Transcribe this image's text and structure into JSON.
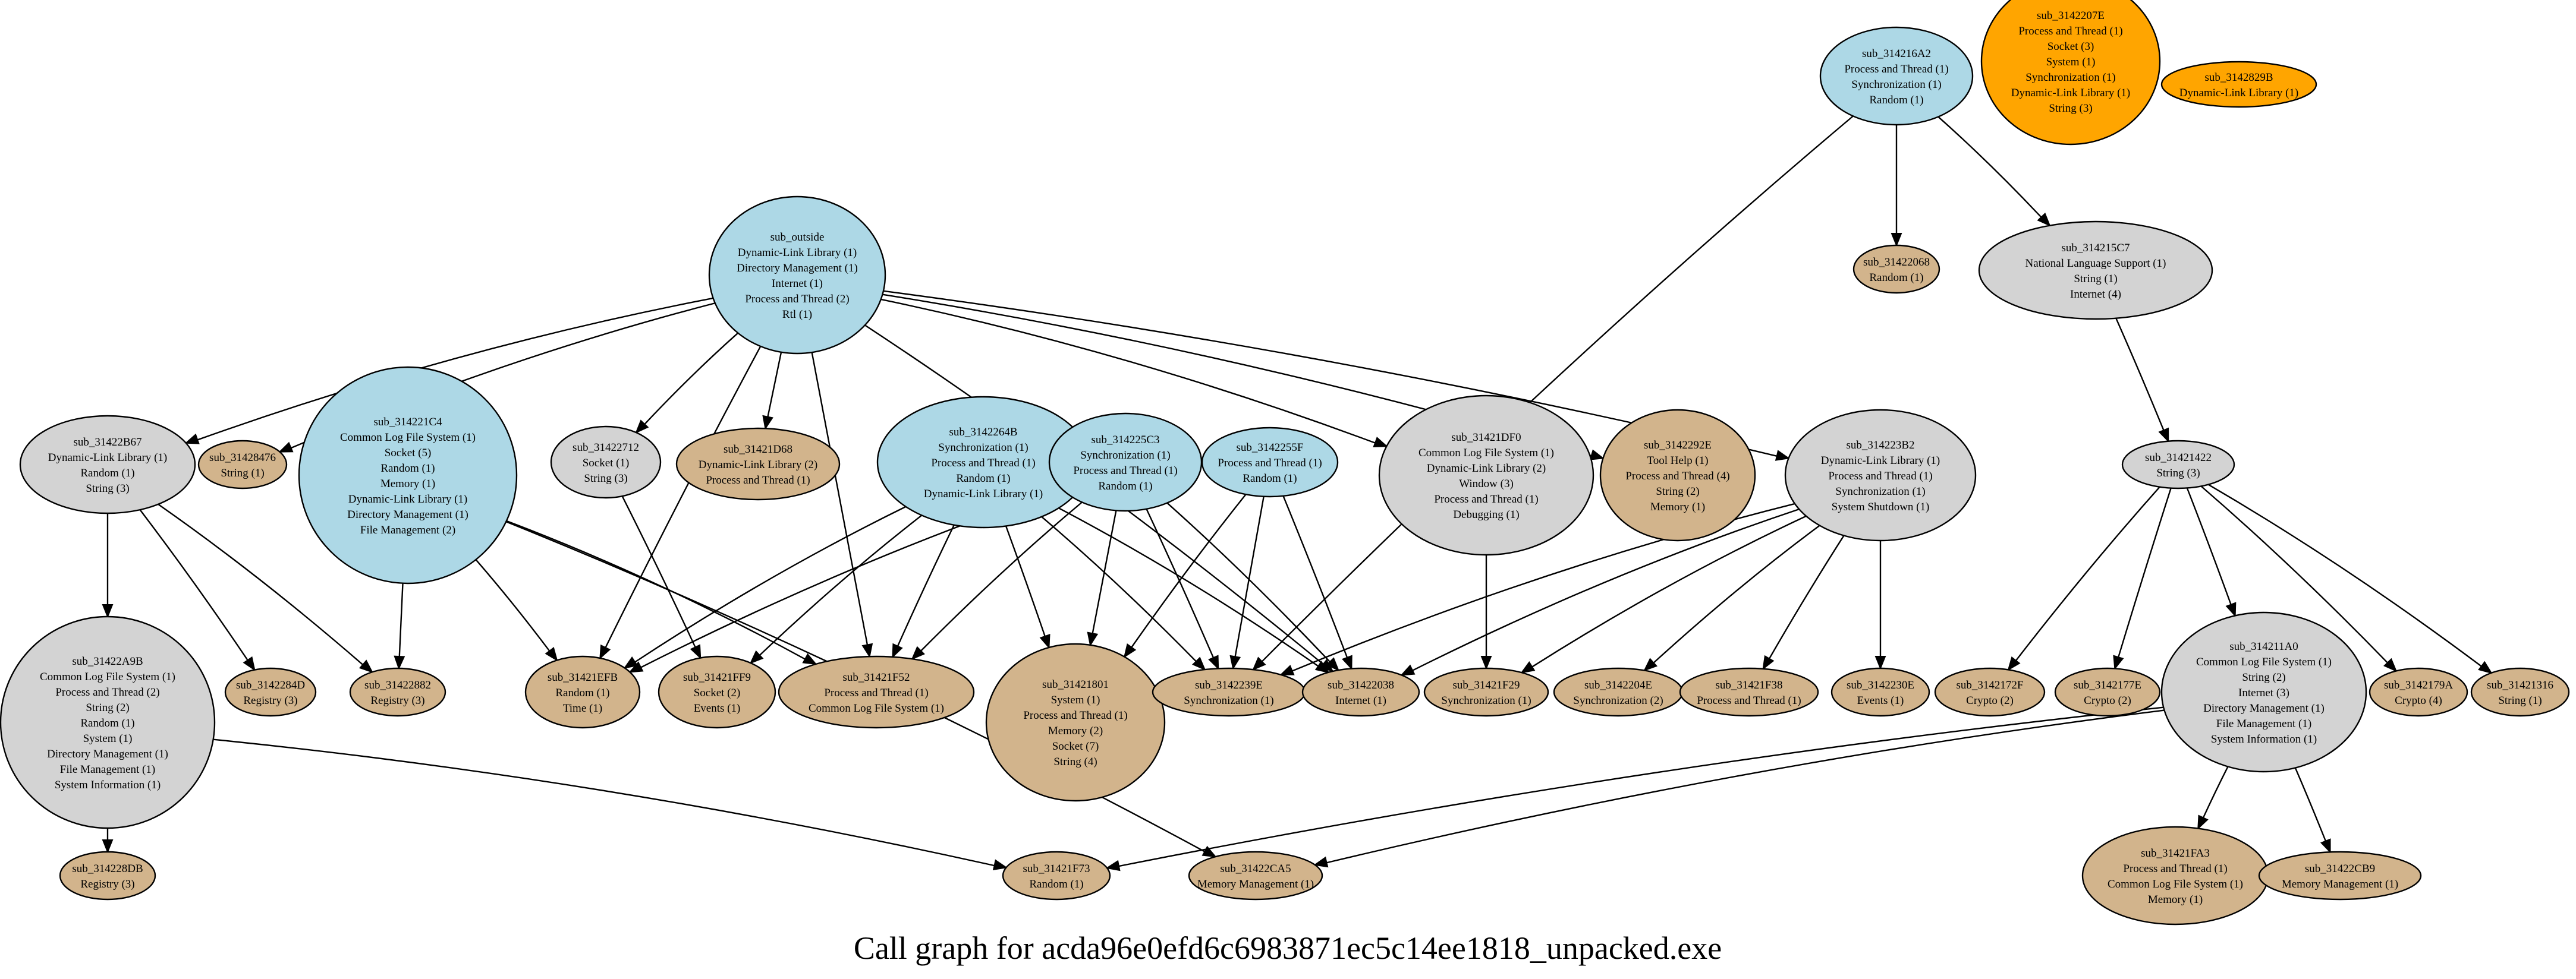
{
  "caption": "Call graph for acda96e0efd6c6983871ec5c14ee1818_unpacked.exe",
  "colors": {
    "lightblue": "#add8e6",
    "lightgray": "#d3d3d3",
    "tan": "#d2b48c",
    "orange": "#ffa500",
    "edge": "#000000"
  },
  "nodes": [
    {
      "id": "sub_314216A2",
      "color": "lightblue",
      "lines": [
        "sub_314216A2",
        "Process and Thread (1)",
        "Synchronization (1)",
        "Random (1)"
      ]
    },
    {
      "id": "sub_3142207E",
      "color": "orange",
      "lines": [
        "sub_3142207E",
        "Process and Thread (1)",
        "Socket (3)",
        "System (1)",
        "Synchronization (1)",
        "Dynamic-Link Library (1)",
        "String (3)"
      ]
    },
    {
      "id": "sub_3142829B",
      "color": "orange",
      "lines": [
        "sub_3142829B",
        "Dynamic-Link Library (1)"
      ]
    },
    {
      "id": "sub_outside",
      "color": "lightblue",
      "lines": [
        "sub_outside",
        "Dynamic-Link Library (1)",
        "Directory Management (1)",
        "Internet (1)",
        "Process and Thread (2)",
        "Rtl (1)"
      ]
    },
    {
      "id": "sub_31422068",
      "color": "tan",
      "lines": [
        "sub_31422068",
        "Random (1)"
      ]
    },
    {
      "id": "sub_314215C7",
      "color": "lightgray",
      "lines": [
        "sub_314215C7",
        "National Language Support (1)",
        "String (1)",
        "Internet (4)"
      ]
    },
    {
      "id": "sub_31422B67",
      "color": "lightgray",
      "lines": [
        "sub_31422B67",
        "Dynamic-Link Library (1)",
        "Random (1)",
        "String (3)"
      ]
    },
    {
      "id": "sub_31428476",
      "color": "tan",
      "lines": [
        "sub_31428476",
        "String (1)"
      ]
    },
    {
      "id": "sub_314221C4",
      "color": "lightblue",
      "lines": [
        "sub_314221C4",
        "Common Log File System (1)",
        "Socket (5)",
        "Random (1)",
        "Memory (1)",
        "Dynamic-Link Library (1)",
        "Directory Management (1)",
        "File Management (2)"
      ]
    },
    {
      "id": "sub_31422712",
      "color": "lightgray",
      "lines": [
        "sub_31422712",
        "Socket (1)",
        "String (3)"
      ]
    },
    {
      "id": "sub_31421D68",
      "color": "tan",
      "lines": [
        "sub_31421D68",
        "Dynamic-Link Library (2)",
        "Process and Thread (1)"
      ]
    },
    {
      "id": "sub_3142264B",
      "color": "lightblue",
      "lines": [
        "sub_3142264B",
        "Synchronization (1)",
        "Process and Thread (1)",
        "Random (1)",
        "Dynamic-Link Library (1)"
      ]
    },
    {
      "id": "sub_314225C3",
      "color": "lightblue",
      "lines": [
        "sub_314225C3",
        "Synchronization (1)",
        "Process and Thread (1)",
        "Random (1)"
      ]
    },
    {
      "id": "sub_3142255F",
      "color": "lightblue",
      "lines": [
        "sub_3142255F",
        "Process and Thread (1)",
        "Random (1)"
      ]
    },
    {
      "id": "sub_31421DF0",
      "color": "lightgray",
      "lines": [
        "sub_31421DF0",
        "Common Log File System (1)",
        "Dynamic-Link Library (2)",
        "Window (3)",
        "Process and Thread (1)",
        "Debugging (1)"
      ]
    },
    {
      "id": "sub_3142292E",
      "color": "tan",
      "lines": [
        "sub_3142292E",
        "Tool Help (1)",
        "Process and Thread (4)",
        "String (2)",
        "Memory (1)"
      ]
    },
    {
      "id": "sub_314223B2",
      "color": "lightgray",
      "lines": [
        "sub_314223B2",
        "Dynamic-Link Library (1)",
        "Process and Thread (1)",
        "Synchronization (1)",
        "System Shutdown (1)"
      ]
    },
    {
      "id": "sub_31421422",
      "color": "lightgray",
      "lines": [
        "sub_31421422",
        "String (3)"
      ]
    },
    {
      "id": "sub_31422A9B",
      "color": "lightgray",
      "lines": [
        "sub_31422A9B",
        "Common Log File System (1)",
        "Process and Thread (2)",
        "String (2)",
        "Random (1)",
        "System (1)",
        "Directory Management (1)",
        "File Management (1)",
        "System Information (1)"
      ]
    },
    {
      "id": "sub_3142284D",
      "color": "tan",
      "lines": [
        "sub_3142284D",
        "Registry (3)"
      ]
    },
    {
      "id": "sub_31422882",
      "color": "tan",
      "lines": [
        "sub_31422882",
        "Registry (3)"
      ]
    },
    {
      "id": "sub_31421EFB",
      "color": "tan",
      "lines": [
        "sub_31421EFB",
        "Random (1)",
        "Time (1)"
      ]
    },
    {
      "id": "sub_31421FF9",
      "color": "tan",
      "lines": [
        "sub_31421FF9",
        "Socket (2)",
        "Events (1)"
      ]
    },
    {
      "id": "sub_31421F52",
      "color": "tan",
      "lines": [
        "sub_31421F52",
        "Process and Thread (1)",
        "Common Log File System (1)"
      ]
    },
    {
      "id": "sub_31421801",
      "color": "tan",
      "lines": [
        "sub_31421801",
        "System (1)",
        "Process and Thread (1)",
        "Memory (2)",
        "Socket (7)",
        "String (4)"
      ]
    },
    {
      "id": "sub_3142239E",
      "color": "tan",
      "lines": [
        "sub_3142239E",
        "Synchronization (1)"
      ]
    },
    {
      "id": "sub_31422038",
      "color": "tan",
      "lines": [
        "sub_31422038",
        "Internet (1)"
      ]
    },
    {
      "id": "sub_31421F29",
      "color": "tan",
      "lines": [
        "sub_31421F29",
        "Synchronization (1)"
      ]
    },
    {
      "id": "sub_3142204E",
      "color": "tan",
      "lines": [
        "sub_3142204E",
        "Synchronization (2)"
      ]
    },
    {
      "id": "sub_31421F38",
      "color": "tan",
      "lines": [
        "sub_31421F38",
        "Process and Thread (1)"
      ]
    },
    {
      "id": "sub_3142230E",
      "color": "tan",
      "lines": [
        "sub_3142230E",
        "Events (1)"
      ]
    },
    {
      "id": "sub_3142172F",
      "color": "tan",
      "lines": [
        "sub_3142172F",
        "Crypto (2)"
      ]
    },
    {
      "id": "sub_3142177E",
      "color": "tan",
      "lines": [
        "sub_3142177E",
        "Crypto (2)"
      ]
    },
    {
      "id": "sub_314211A0",
      "color": "lightgray",
      "lines": [
        "sub_314211A0",
        "Common Log File System (1)",
        "String (2)",
        "Internet (3)",
        "Directory Management (1)",
        "File Management (1)",
        "System Information (1)"
      ]
    },
    {
      "id": "sub_3142179A",
      "color": "tan",
      "lines": [
        "sub_3142179A",
        "Crypto (4)"
      ]
    },
    {
      "id": "sub_31421316",
      "color": "tan",
      "lines": [
        "sub_31421316",
        "String (1)"
      ]
    },
    {
      "id": "sub_314228DB",
      "color": "tan",
      "lines": [
        "sub_314228DB",
        "Registry (3)"
      ]
    },
    {
      "id": "sub_31421F73",
      "color": "tan",
      "lines": [
        "sub_31421F73",
        "Random (1)"
      ]
    },
    {
      "id": "sub_31422CA5",
      "color": "tan",
      "lines": [
        "sub_31422CA5",
        "Memory Management (1)"
      ]
    },
    {
      "id": "sub_31421FA3",
      "color": "tan",
      "lines": [
        "sub_31421FA3",
        "Process and Thread (1)",
        "Common Log File System (1)",
        "Memory (1)"
      ]
    },
    {
      "id": "sub_31422CB9",
      "color": "tan",
      "lines": [
        "sub_31422CB9",
        "Memory Management (1)"
      ]
    }
  ],
  "edges": [
    [
      "sub_314216A2",
      "sub_31422068"
    ],
    [
      "sub_314216A2",
      "sub_314215C7"
    ],
    [
      "sub_314216A2",
      "sub_3142239E"
    ],
    [
      "sub_314215C7",
      "sub_31421422"
    ],
    [
      "sub_outside",
      "sub_31422B67"
    ],
    [
      "sub_outside",
      "sub_31428476"
    ],
    [
      "sub_outside",
      "sub_31422712"
    ],
    [
      "sub_outside",
      "sub_31421D68"
    ],
    [
      "sub_outside",
      "sub_31421EFB"
    ],
    [
      "sub_outside",
      "sub_31421F52"
    ],
    [
      "sub_outside",
      "sub_31422038"
    ],
    [
      "sub_outside",
      "sub_31421DF0"
    ],
    [
      "sub_outside",
      "sub_3142292E"
    ],
    [
      "sub_outside",
      "sub_314223B2"
    ],
    [
      "sub_31422B67",
      "sub_31422A9B"
    ],
    [
      "sub_31422B67",
      "sub_3142284D"
    ],
    [
      "sub_31422B67",
      "sub_31422882"
    ],
    [
      "sub_314221C4",
      "sub_31422882"
    ],
    [
      "sub_314221C4",
      "sub_31421EFB"
    ],
    [
      "sub_314221C4",
      "sub_31421F52"
    ],
    [
      "sub_314221C4",
      "sub_31422CA5"
    ],
    [
      "sub_31422712",
      "sub_31421FF9"
    ],
    [
      "sub_3142264B",
      "sub_31421EFB"
    ],
    [
      "sub_3142264B",
      "sub_31421FF9"
    ],
    [
      "sub_3142264B",
      "sub_31421F52"
    ],
    [
      "sub_3142264B",
      "sub_31421801"
    ],
    [
      "sub_3142264B",
      "sub_3142239E"
    ],
    [
      "sub_3142264B",
      "sub_31422038"
    ],
    [
      "sub_314225C3",
      "sub_31421EFB"
    ],
    [
      "sub_314225C3",
      "sub_31421F52"
    ],
    [
      "sub_314225C3",
      "sub_31421801"
    ],
    [
      "sub_314225C3",
      "sub_3142239E"
    ],
    [
      "sub_314225C3",
      "sub_31422038"
    ],
    [
      "sub_3142255F",
      "sub_31421801"
    ],
    [
      "sub_3142255F",
      "sub_3142239E"
    ],
    [
      "sub_3142255F",
      "sub_31422038"
    ],
    [
      "sub_31421DF0",
      "sub_31421F29"
    ],
    [
      "sub_314223B2",
      "sub_3142239E"
    ],
    [
      "sub_314223B2",
      "sub_31422038"
    ],
    [
      "sub_314223B2",
      "sub_31421F29"
    ],
    [
      "sub_314223B2",
      "sub_3142204E"
    ],
    [
      "sub_314223B2",
      "sub_31421F38"
    ],
    [
      "sub_314223B2",
      "sub_3142230E"
    ],
    [
      "sub_31421422",
      "sub_3142172F"
    ],
    [
      "sub_31421422",
      "sub_3142177E"
    ],
    [
      "sub_31421422",
      "sub_314211A0"
    ],
    [
      "sub_31421422",
      "sub_3142179A"
    ],
    [
      "sub_31421422",
      "sub_31421316"
    ],
    [
      "sub_31422A9B",
      "sub_314228DB"
    ],
    [
      "sub_31422A9B",
      "sub_31421F73"
    ],
    [
      "sub_314211A0",
      "sub_31421F73"
    ],
    [
      "sub_314211A0",
      "sub_31422CA5"
    ],
    [
      "sub_314211A0",
      "sub_31421FA3"
    ],
    [
      "sub_314211A0",
      "sub_31422CB9"
    ]
  ]
}
